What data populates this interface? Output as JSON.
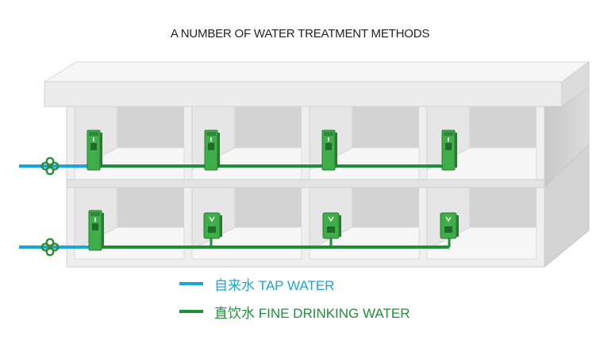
{
  "title": "A NUMBER OF WATER TREATMENT METHODS",
  "colors": {
    "tap_water": "#1aa7d8",
    "drinking_water": "#1e8f3a",
    "unit_green": "#3fae49",
    "valve_green": "#2b8c3a",
    "building": "#ebebeb"
  },
  "icons": {
    "inlet_valve": "flower-valve-icon",
    "floor_dispenser": "standing-dispenser-icon",
    "wall_dispenser": "wall-dispenser-icon"
  },
  "legend": [
    {
      "label": "自来水 TAP WATER",
      "color": "#1aa7d8"
    },
    {
      "label": "直饮水 FINE DRINKING WATER",
      "color": "#1e8f3a"
    }
  ]
}
